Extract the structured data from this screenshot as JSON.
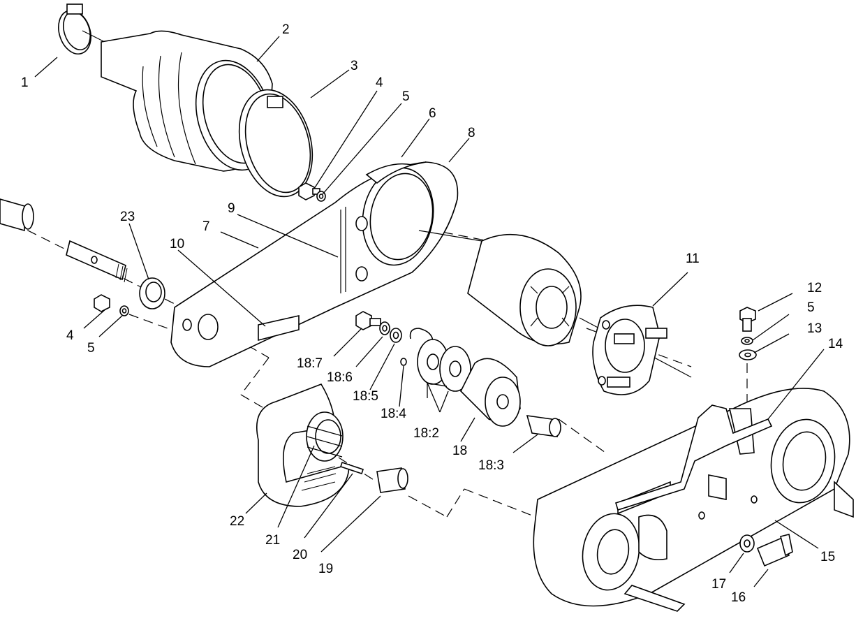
{
  "callouts": {
    "c1": "1",
    "c2": "2",
    "c3": "3",
    "c4a": "4",
    "c5a": "5",
    "c6": "6",
    "c7": "7",
    "c8": "8",
    "c9": "9",
    "c10": "10",
    "c11": "11",
    "c12": "12",
    "c5b": "5",
    "c13": "13",
    "c14": "14",
    "c15": "15",
    "c16": "16",
    "c17": "17",
    "c18": "18",
    "c18_2": "18:2",
    "c18_3": "18:3",
    "c18_4": "18:4",
    "c18_5": "18:5",
    "c18_6": "18:6",
    "c18_7": "18:7",
    "c19": "19",
    "c20": "20",
    "c21": "21",
    "c22": "22",
    "c23": "23",
    "c4b": "4",
    "c5c": "5"
  }
}
